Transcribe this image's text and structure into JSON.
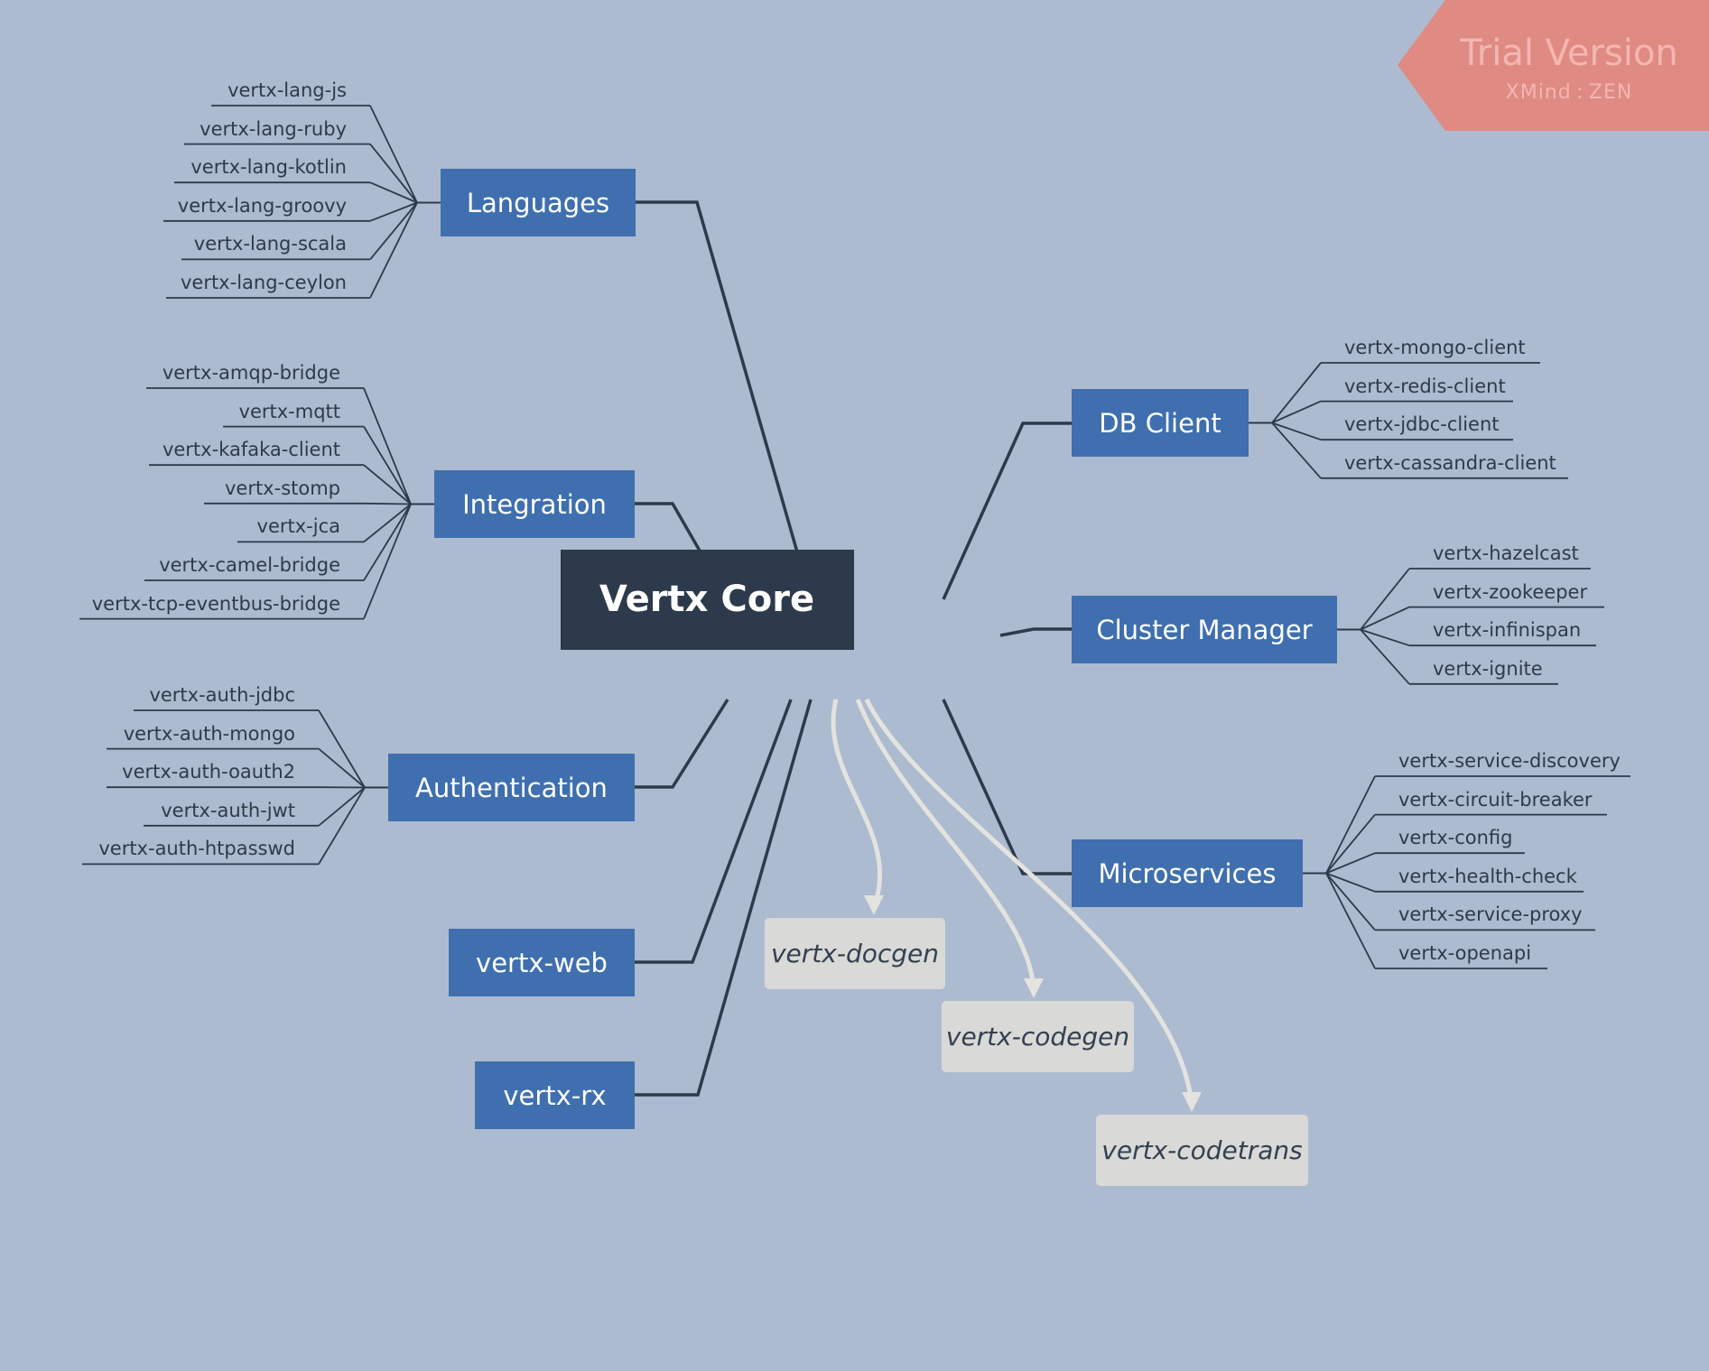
{
  "watermark": {
    "title": "Trial Version",
    "subtitle": "XMind : ZEN"
  },
  "central": {
    "label": "Vertx Core"
  },
  "left_topics": [
    {
      "label": "Languages",
      "children": [
        "vertx-lang-js",
        "vertx-lang-ruby",
        "vertx-lang-kotlin",
        "vertx-lang-groovy",
        "vertx-lang-scala",
        "vertx-lang-ceylon"
      ]
    },
    {
      "label": "Integration",
      "children": [
        "vertx-amqp-bridge",
        "vertx-mqtt",
        "vertx-kafaka-client",
        "vertx-stomp",
        "vertx-jca",
        "vertx-camel-bridge",
        "vertx-tcp-eventbus-bridge"
      ]
    },
    {
      "label": "Authentication",
      "children": [
        "vertx-auth-jdbc",
        "vertx-auth-mongo",
        "vertx-auth-oauth2",
        "vertx-auth-jwt",
        "vertx-auth-htpasswd"
      ]
    },
    {
      "label": "vertx-web",
      "children": []
    },
    {
      "label": "vertx-rx",
      "children": []
    }
  ],
  "right_topics": [
    {
      "label": "DB Client",
      "children": [
        "vertx-mongo-client",
        "vertx-redis-client",
        "vertx-jdbc-client",
        "vertx-cassandra-client"
      ]
    },
    {
      "label": "Cluster Manager",
      "children": [
        "vertx-hazelcast",
        "vertx-zookeeper",
        "vertx-infinispan",
        "vertx-ignite"
      ]
    },
    {
      "label": "Microservices",
      "children": [
        "vertx-service-discovery",
        "vertx-circuit-breaker",
        "vertx-config",
        "vertx-health-check",
        "vertx-service-proxy",
        "vertx-openapi"
      ]
    }
  ],
  "floating_topics": [
    {
      "label": "vertx-docgen"
    },
    {
      "label": "vertx-codegen"
    },
    {
      "label": "vertx-codetrans"
    }
  ],
  "colors": {
    "background": "#adbbd0",
    "central": "#2d3a4b",
    "main_topic": "#3f6fae",
    "floating_topic": "#d9d9d7",
    "connector": "#2d3a4b",
    "relationship": "#e3e3df",
    "watermark": "#e08a84"
  }
}
